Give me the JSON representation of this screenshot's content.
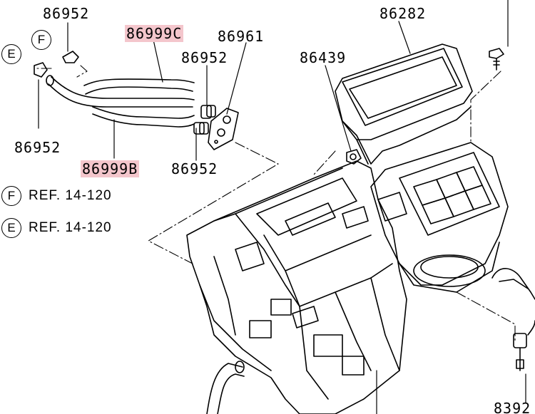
{
  "parts": {
    "p86952_top": "86952",
    "p86282": "86282",
    "p86999C": "86999C",
    "p86961": "86961",
    "p86952_mid": "86952",
    "p86439": "86439",
    "p86952_left": "86952",
    "p86999B": "86999B",
    "p86952_low": "86952",
    "p8392": "8392"
  },
  "refs": {
    "F_letter": "F",
    "F_text": "REF. 14-120",
    "E_letter": "E",
    "E_text": "REF. 14-120"
  },
  "callouts": {
    "F": "F",
    "E": "E"
  },
  "colors": {
    "highlight": "#f4c6cc",
    "line": "#000000"
  }
}
